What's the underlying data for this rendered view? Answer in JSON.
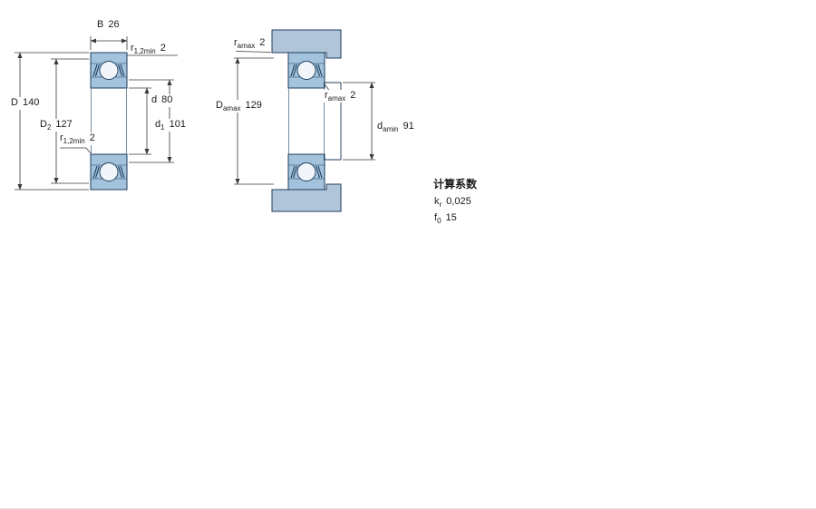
{
  "colors": {
    "bearing_fill": "#a3c2dc",
    "ball_fill": "#f2f6fa",
    "abutment_fill": "#b0c6d8",
    "outline": "#1c3d5c",
    "dimension_line": "#3a3a3a"
  },
  "left_view": {
    "width": {
      "sym": "B",
      "sub": "",
      "val": "26"
    },
    "chamfer_top": {
      "sym": "r",
      "sub": "1,2min",
      "val": "2"
    },
    "outer_diameter": {
      "sym": "D",
      "sub": "",
      "val": "140"
    },
    "recess_diameter": {
      "sym": "D",
      "sub": "2",
      "val": "127"
    },
    "bore_diameter": {
      "sym": "d",
      "sub": "",
      "val": "80"
    },
    "shoulder_diameter": {
      "sym": "d",
      "sub": "1",
      "val": "101"
    },
    "chamfer_bottom": {
      "sym": "r",
      "sub": "1,2min",
      "val": "2"
    }
  },
  "right_view": {
    "fillet_top": {
      "sym": "r",
      "sub": "amax",
      "val": "2"
    },
    "housing_abutment": {
      "sym": "D",
      "sub": "amax",
      "val": "129"
    },
    "fillet_mid": {
      "sym": "r",
      "sub": "amax",
      "val": "2"
    },
    "shaft_abutment": {
      "sym": "d",
      "sub": "amin",
      "val": "91"
    }
  },
  "calculation_factors": {
    "title": "计算系数",
    "kr": {
      "sym": "k",
      "sub": "r",
      "val": "0,025"
    },
    "f0": {
      "sym": "f",
      "sub": "0",
      "val": "15"
    }
  }
}
